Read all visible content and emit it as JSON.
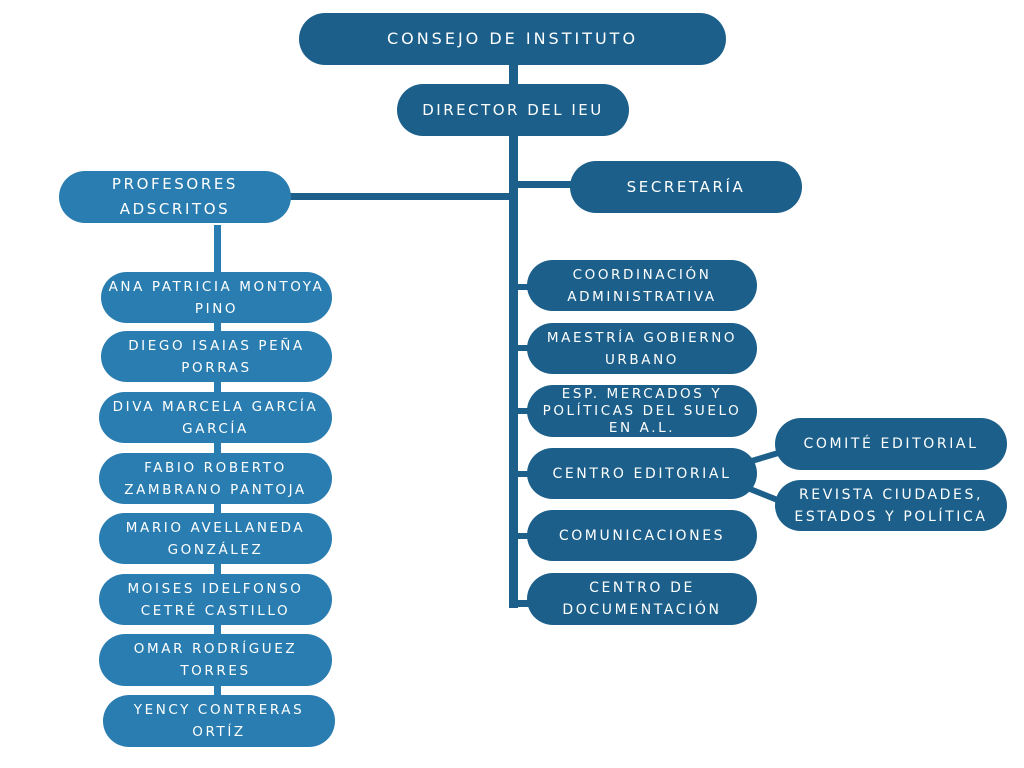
{
  "colors": {
    "primary": "#1b5f8a",
    "secondary": "#2a7db0",
    "text": "#ffffff",
    "background": "#ffffff"
  },
  "chart": {
    "root": "CONSEJO DE INSTITUTO",
    "director": "DIRECTOR DEL IEU",
    "secretaria": "SECRETARÍA",
    "profesores": {
      "title": "PROFESORES ADSCRITOS",
      "members": [
        "ANA PATRICIA MONTOYA PINO",
        "DIEGO ISAIAS PEÑA PORRAS",
        "DIVA MARCELA GARCÍA GARCÍA",
        "FABIO ROBERTO ZAMBRANO PANTOJA",
        "MARIO AVELLANEDA GONZÁLEZ",
        "MOISES IDELFONSO CETRÉ CASTILLO",
        "OMAR RODRÍGUEZ TORRES",
        "YENCY CONTRERAS ORTÍZ"
      ]
    },
    "units": [
      "COORDINACIÓN ADMINISTRATIVA",
      "MAESTRÍA GOBIERNO URBANO",
      "ESP. MERCADOS Y POLÍTICAS DEL SUELO EN A.L.",
      "CENTRO EDITORIAL",
      "COMUNICACIONES",
      "CENTRO DE DOCUMENTACIÓN"
    ],
    "editorial_children": [
      "COMITÉ EDITORIAL",
      "REVISTA CIUDADES, ESTADOS Y POLÍTICA"
    ]
  }
}
